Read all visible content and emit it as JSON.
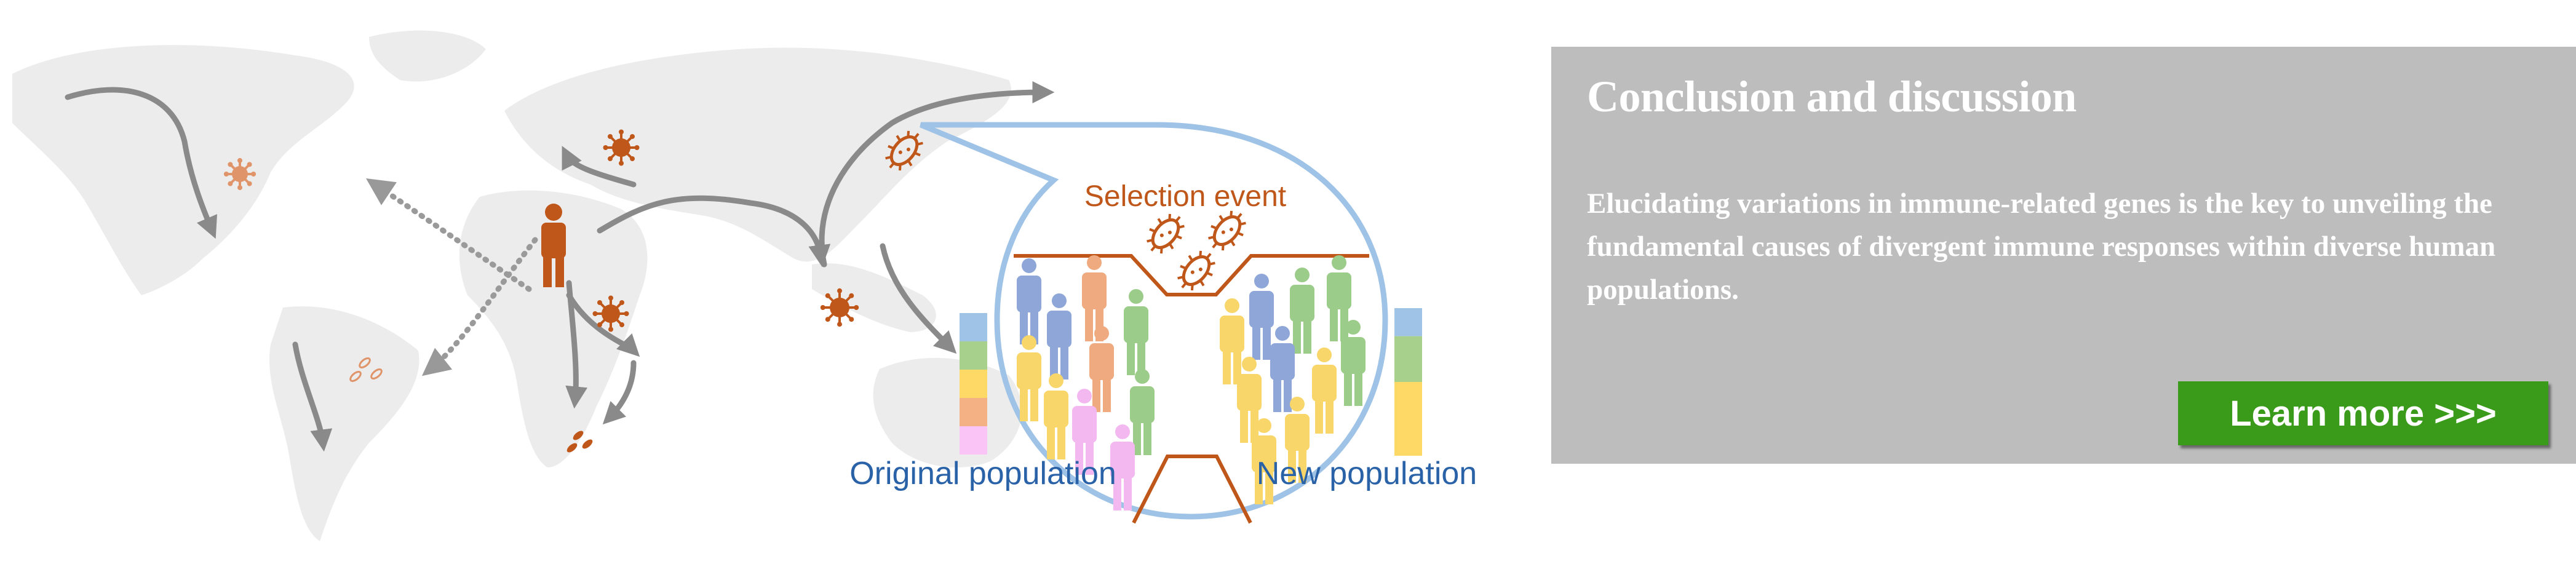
{
  "illustration": {
    "selection_label": "Selection event",
    "original_label": "Original population",
    "new_label": "New population",
    "colors": {
      "accent": "#c0571a",
      "label_blue": "#2a62a8",
      "bubble": "#9fc3e6",
      "arrow": "#8a8a8a"
    },
    "original_composition": [
      {
        "group": "blue",
        "color": "#9fc3e6",
        "fraction": 0.2
      },
      {
        "group": "green",
        "color": "#a8d08d",
        "fraction": 0.2
      },
      {
        "group": "yellow",
        "color": "#fed966",
        "fraction": 0.2
      },
      {
        "group": "orange",
        "color": "#f4b183",
        "fraction": 0.2
      },
      {
        "group": "pink",
        "color": "#fbc4f6",
        "fraction": 0.2
      }
    ],
    "new_composition": [
      {
        "group": "blue",
        "color": "#9fc3e6",
        "fraction": 0.19
      },
      {
        "group": "green",
        "color": "#a8d08d",
        "fraction": 0.31
      },
      {
        "group": "yellow",
        "color": "#fed966",
        "fraction": 0.5
      }
    ]
  },
  "panel": {
    "title": "Conclusion and discussion",
    "body": "Elucidating variations in immune-related genes is the key to unveiling the fundamental causes of divergent immune responses within diverse human populations.",
    "button_label": "Learn more >>>",
    "colors": {
      "background": "#bdbdbd",
      "button": "#3a9a1a"
    }
  }
}
